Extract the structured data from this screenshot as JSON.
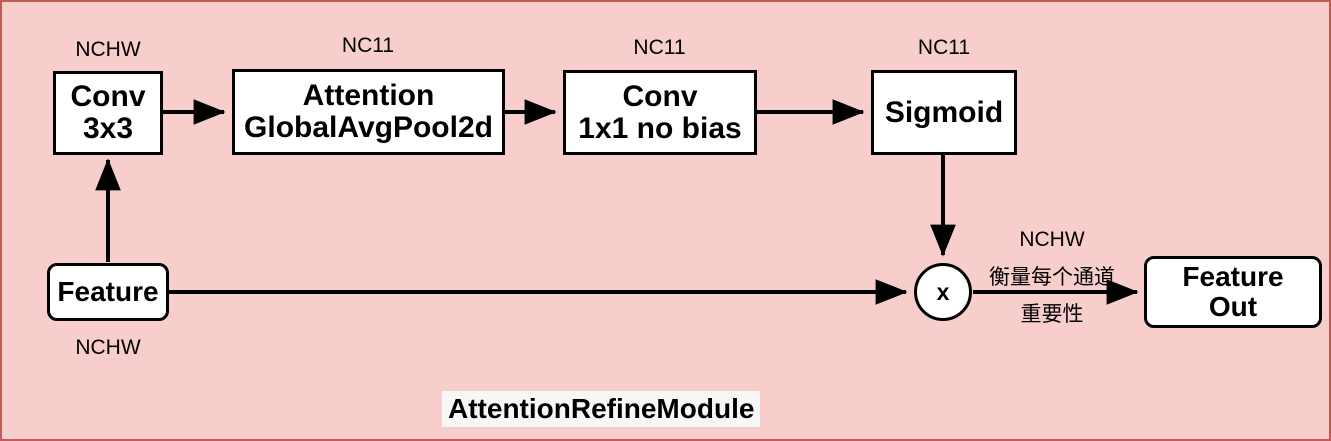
{
  "diagram": {
    "title": "AttentionRefineModule",
    "background_color": "#f7cecb",
    "border_color": "#bf5b59",
    "node_fill": "#ffffff",
    "stroke_color": "#000000",
    "title_highlight_color": "#f7f7f7"
  },
  "nodes": {
    "conv3x3": {
      "line1": "Conv",
      "line2": "3x3"
    },
    "attention": {
      "line1": "Attention",
      "line2": "GlobalAvgPool2d"
    },
    "conv1x1": {
      "line1": "Conv",
      "line2": "1x1 no bias"
    },
    "sigmoid": {
      "line1": "Sigmoid"
    },
    "feature_in": {
      "line1": "Feature"
    },
    "feature_out": {
      "line1": "Feature",
      "line2": "Out"
    },
    "multiply": {
      "symbol": "x"
    }
  },
  "shape_labels": {
    "conv3x3_top": "NCHW",
    "attention_top": "NC11",
    "conv1x1_top": "NC11",
    "sigmoid_top": "NC11",
    "feature_in_bottom": "NCHW",
    "output_top": "NCHW"
  },
  "annotations": {
    "channel_importance_line1": "衡量每个通道",
    "channel_importance_line2": "重要性"
  }
}
